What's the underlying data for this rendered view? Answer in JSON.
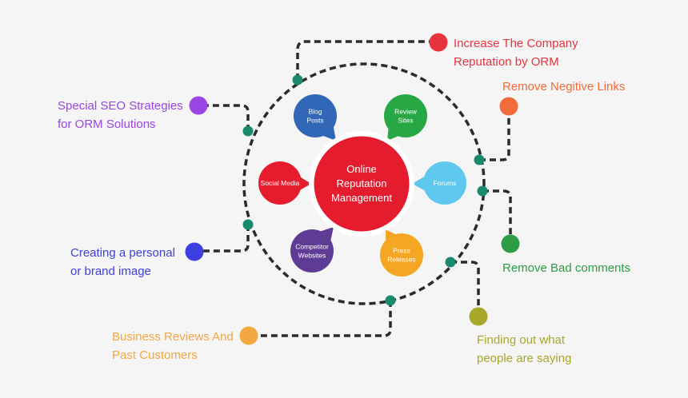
{
  "center": {
    "lines": [
      "Online",
      "Reputation",
      "Management"
    ],
    "color": "#e51c2e"
  },
  "petals": [
    {
      "id": "blog-posts",
      "lines": [
        "Blog",
        "Posts"
      ],
      "color": "#3266b6"
    },
    {
      "id": "review-sites",
      "lines": [
        "Review",
        "Sites"
      ],
      "color": "#27a844"
    },
    {
      "id": "forums",
      "lines": [
        "Forums"
      ],
      "color": "#5fc8ef"
    },
    {
      "id": "press-releases",
      "lines": [
        "Press",
        "Releases"
      ],
      "color": "#f5a623"
    },
    {
      "id": "competitor-websites",
      "lines": [
        "Competitor",
        "Websites"
      ],
      "color": "#5e3b94"
    },
    {
      "id": "social-media",
      "lines": [
        "Social Media"
      ],
      "color": "#e51c2e"
    }
  ],
  "outcomes": [
    {
      "id": "increase-reputation",
      "lines": [
        "Increase The Company",
        "Reputation by ORM"
      ],
      "color": "#e8333f"
    },
    {
      "id": "remove-negative-links",
      "lines": [
        "Remove Negitive Links"
      ],
      "color": "#f26b3a"
    },
    {
      "id": "remove-bad-comments",
      "lines": [
        "Remove Bad comments"
      ],
      "color": "#2e9c46"
    },
    {
      "id": "finding-out",
      "lines": [
        "Finding out what",
        "people are saying"
      ],
      "color": "#a9a82a"
    },
    {
      "id": "business-reviews",
      "lines": [
        "Business Reviews And",
        "Past Customers"
      ],
      "color": "#f5a742"
    },
    {
      "id": "personal-brand",
      "lines": [
        "Creating a personal",
        "or brand image"
      ],
      "color": "#3d3fe0"
    },
    {
      "id": "seo-strategies",
      "lines": [
        "Special SEO Strategies",
        "for ORM Solutions"
      ],
      "color": "#9b45e5"
    }
  ],
  "ring_dot_color": "#1a8a6e",
  "connector_color": "#2b2b2b"
}
